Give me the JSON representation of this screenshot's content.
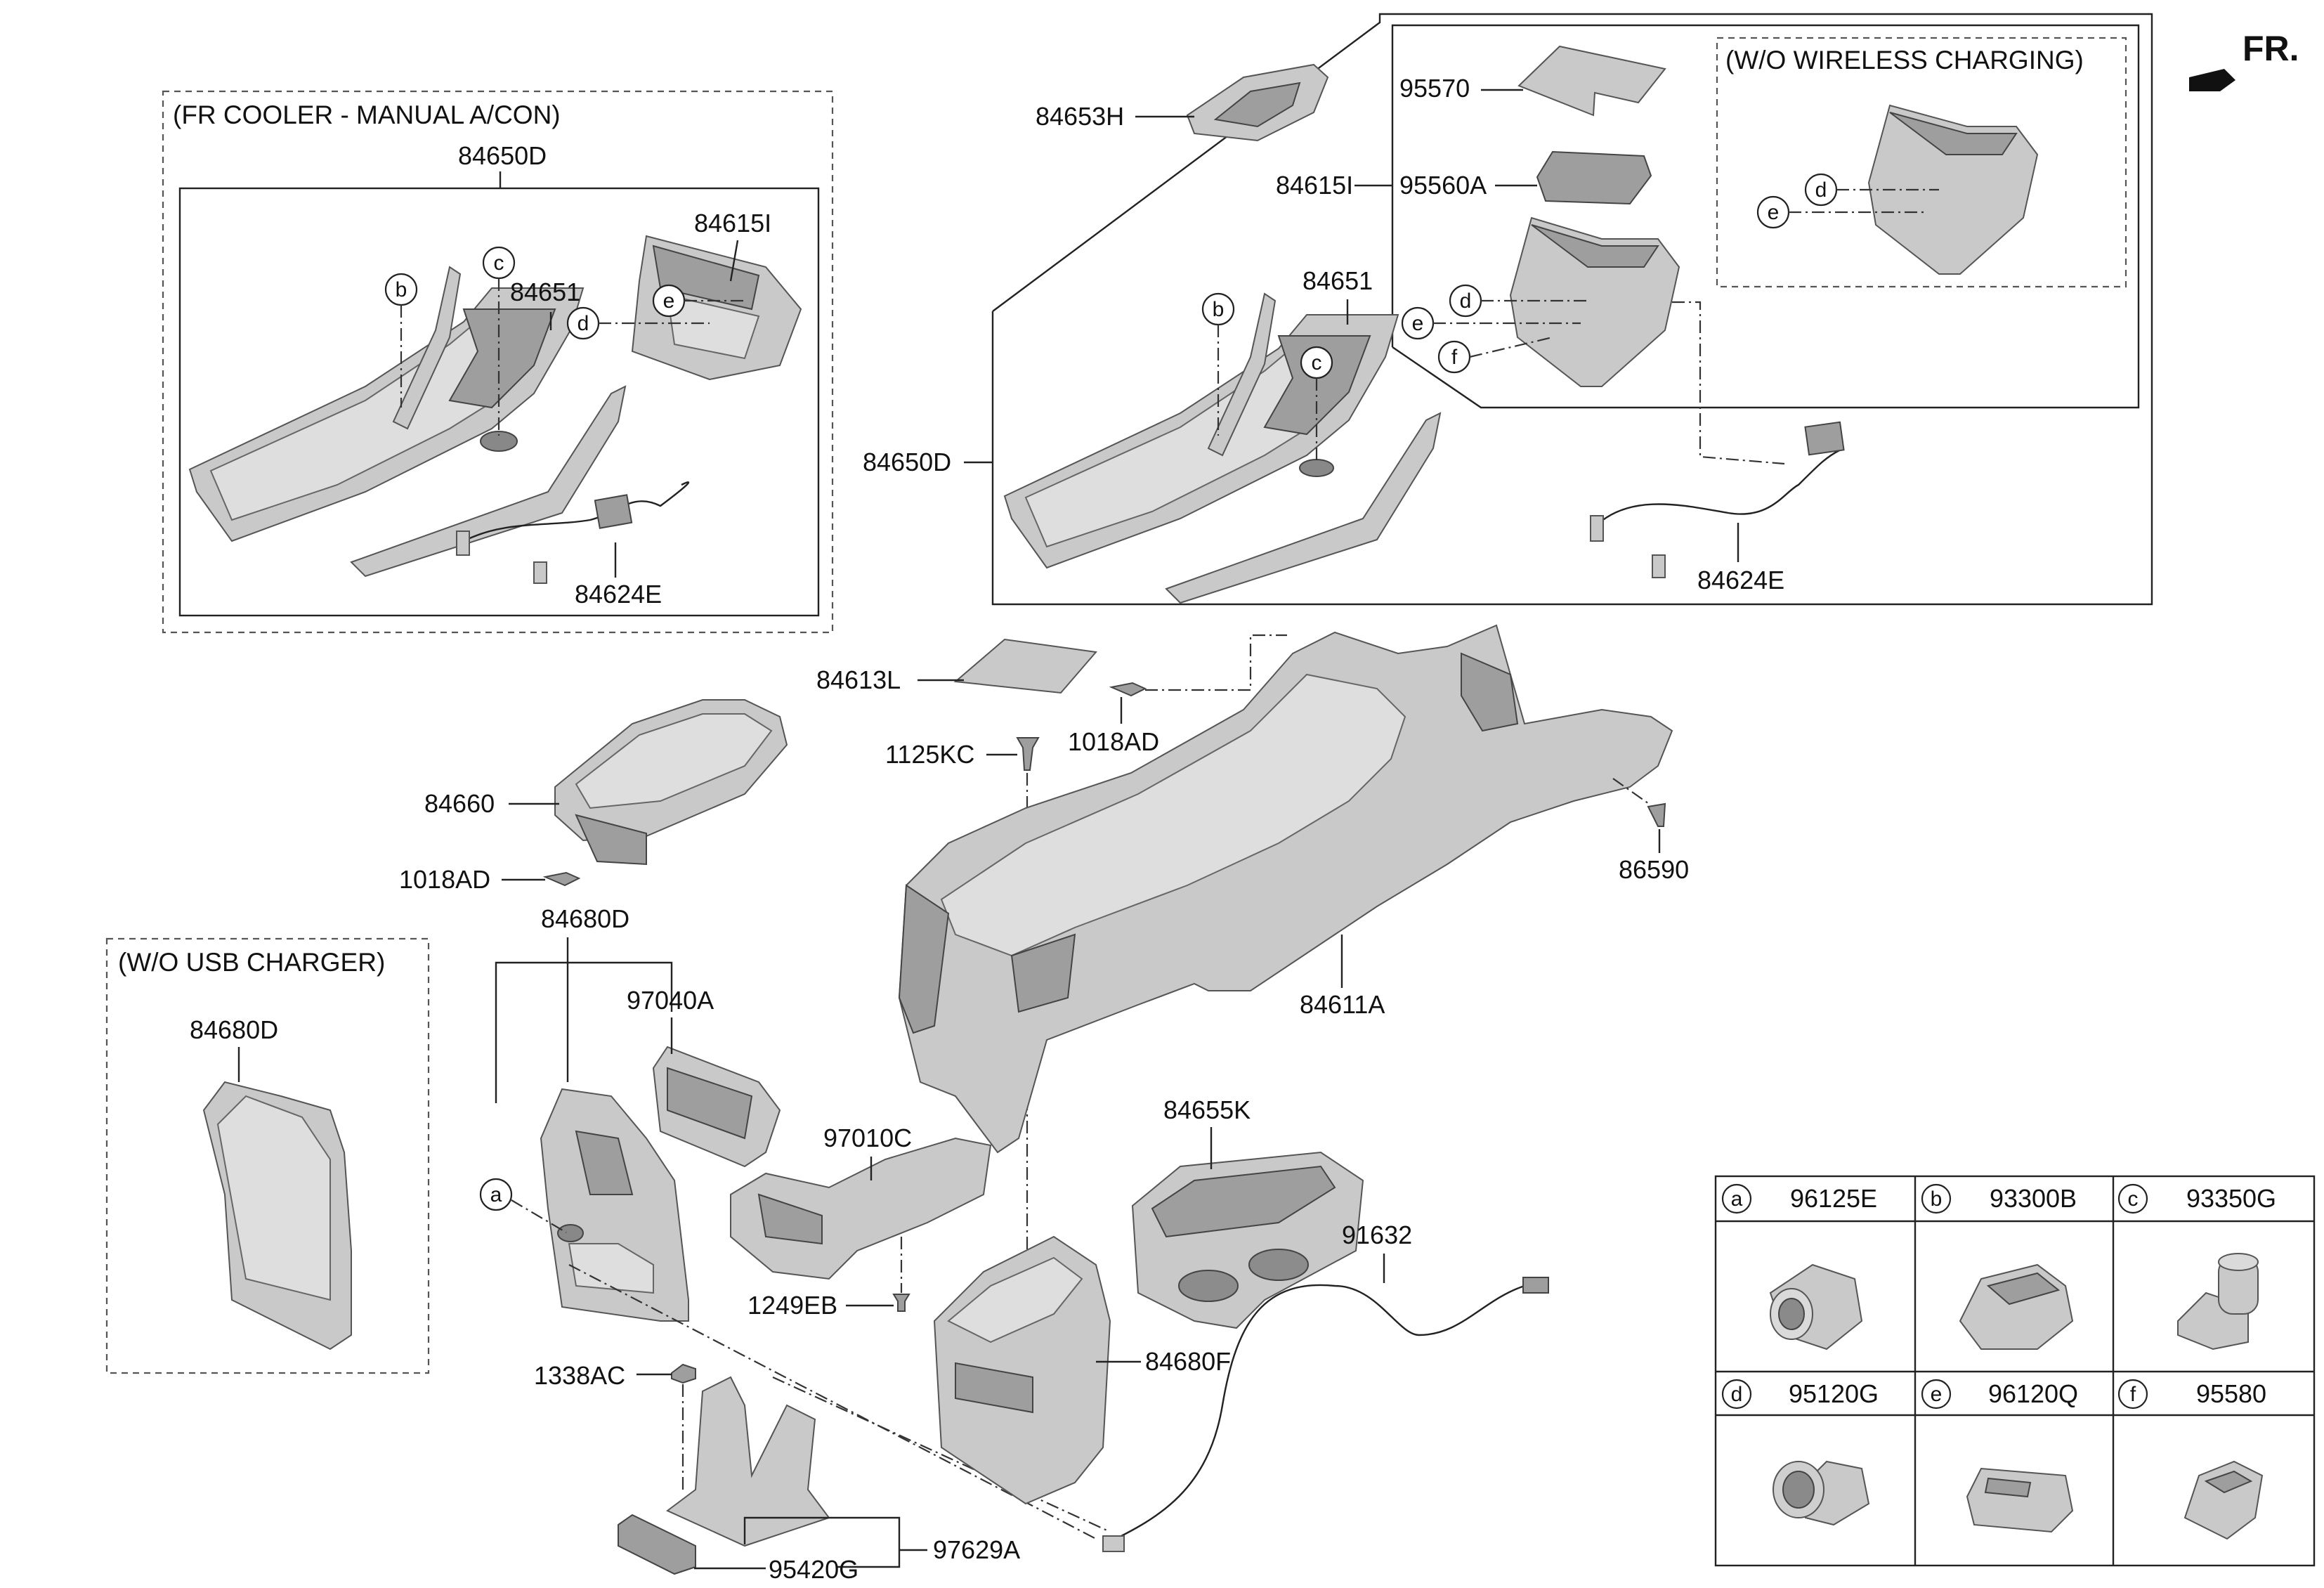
{
  "direction_label": "FR.",
  "notes": {
    "fr_cooler": "(FR COOLER -  MANUAL A/CON)",
    "wo_wireless": "(W/O WIRELESS CHARGING)",
    "wo_usb": "(W/O USB CHARGER)"
  },
  "parts": {
    "p84650D_a": "84650D",
    "p84615I_a": "84615I",
    "p84651_a": "84651",
    "p84624E_a": "84624E",
    "p84653H": "84653H",
    "p95570": "95570",
    "p84615I_b": "84615I",
    "p95560A": "95560A",
    "p84651_b": "84651",
    "p84650D_b": "84650D",
    "p84624E_b": "84624E",
    "p84613L": "84613L",
    "p1125KC": "1125KC",
    "p1018AD_a": "1018AD",
    "p84660": "84660",
    "p1018AD_b": "1018AD",
    "p86590": "86590",
    "p84611A": "84611A",
    "p84680D_a": "84680D",
    "p97040A": "97040A",
    "p84680D_b": "84680D",
    "p97010C": "97010C",
    "p1249EB": "1249EB",
    "p84655K": "84655K",
    "p91632": "91632",
    "p84680F": "84680F",
    "p1338AC": "1338AC",
    "p97629A": "97629A",
    "p95420G": "95420G"
  },
  "callouts": {
    "a": "a",
    "b": "b",
    "c": "c",
    "d": "d",
    "e": "e",
    "f": "f"
  },
  "legend": [
    {
      "letter": "a",
      "part": "96125E",
      "icon": "cigar-lighter-socket-icon"
    },
    {
      "letter": "b",
      "part": "93300B",
      "icon": "switch-module-icon"
    },
    {
      "letter": "c",
      "part": "93350G",
      "icon": "push-switch-icon"
    },
    {
      "letter": "d",
      "part": "95120G",
      "icon": "power-outlet-icon"
    },
    {
      "letter": "e",
      "part": "96120Q",
      "icon": "usb-jack-icon"
    },
    {
      "letter": "f",
      "part": "95580",
      "icon": "usb-charger-icon"
    }
  ]
}
